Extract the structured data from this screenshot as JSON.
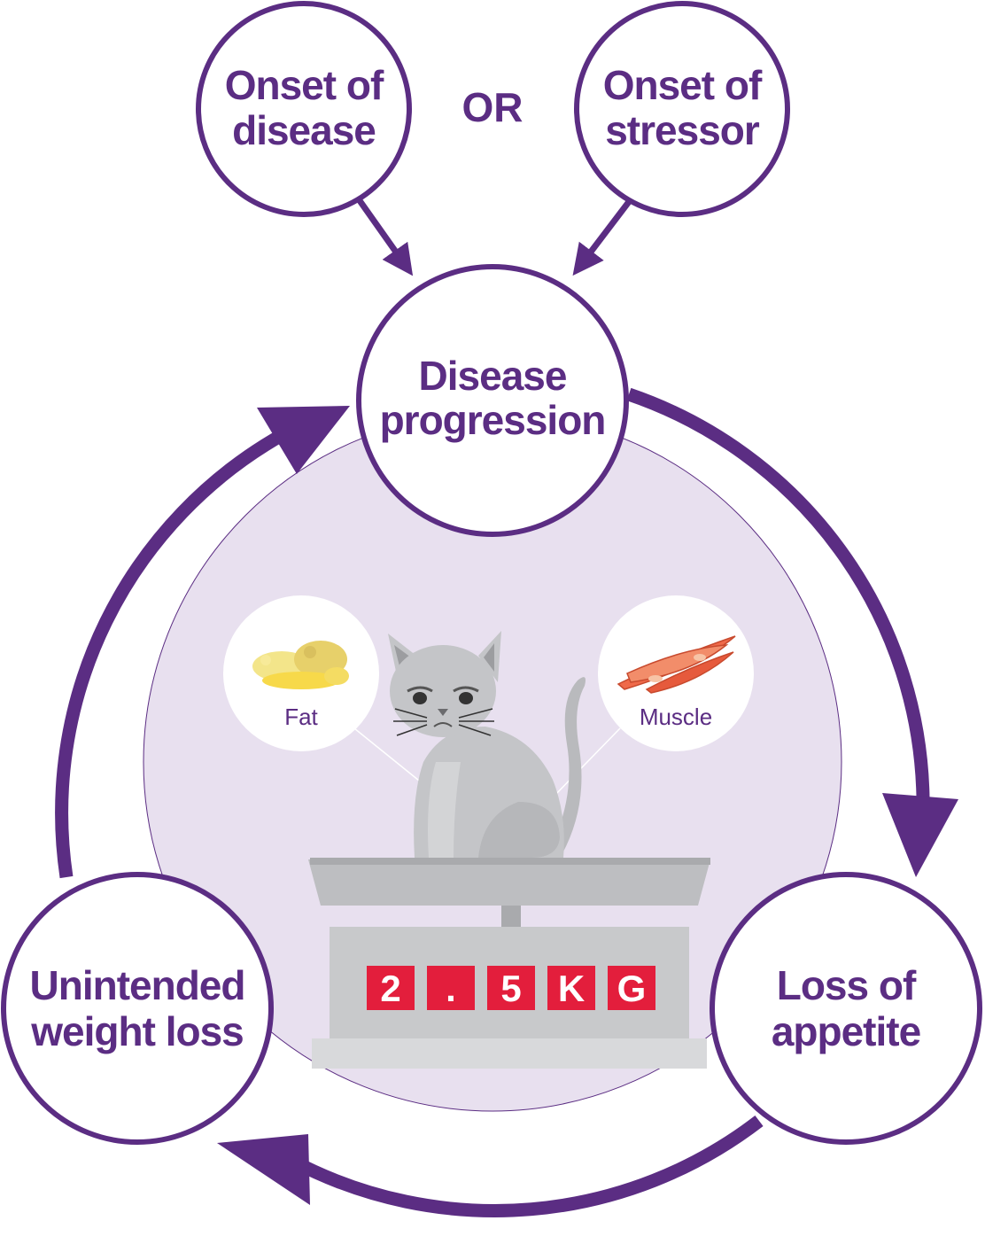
{
  "colors": {
    "purple": "#5b2d83",
    "center_fill": "#e8e0ef",
    "digit_box": "#e31e3c",
    "cat_grey": "#c4c5c8",
    "scale_grey": "#c8c9cb"
  },
  "triggers": {
    "left": [
      "Onset of",
      "disease"
    ],
    "connector": "OR",
    "right": [
      "Onset of",
      "stressor"
    ]
  },
  "cycle": {
    "top": [
      "Disease",
      "progression"
    ],
    "right": [
      "Loss of",
      "appetite"
    ],
    "left": [
      "Unintended",
      "weight loss"
    ]
  },
  "tissues": {
    "fat": "Fat",
    "muscle": "Muscle"
  },
  "scale_display": [
    "2",
    ".",
    "5",
    "K",
    "G"
  ],
  "icons": [
    "fat-tissue-icon",
    "muscle-fiber-icon",
    "sad-cat-illustration",
    "weighing-scale-icon"
  ]
}
